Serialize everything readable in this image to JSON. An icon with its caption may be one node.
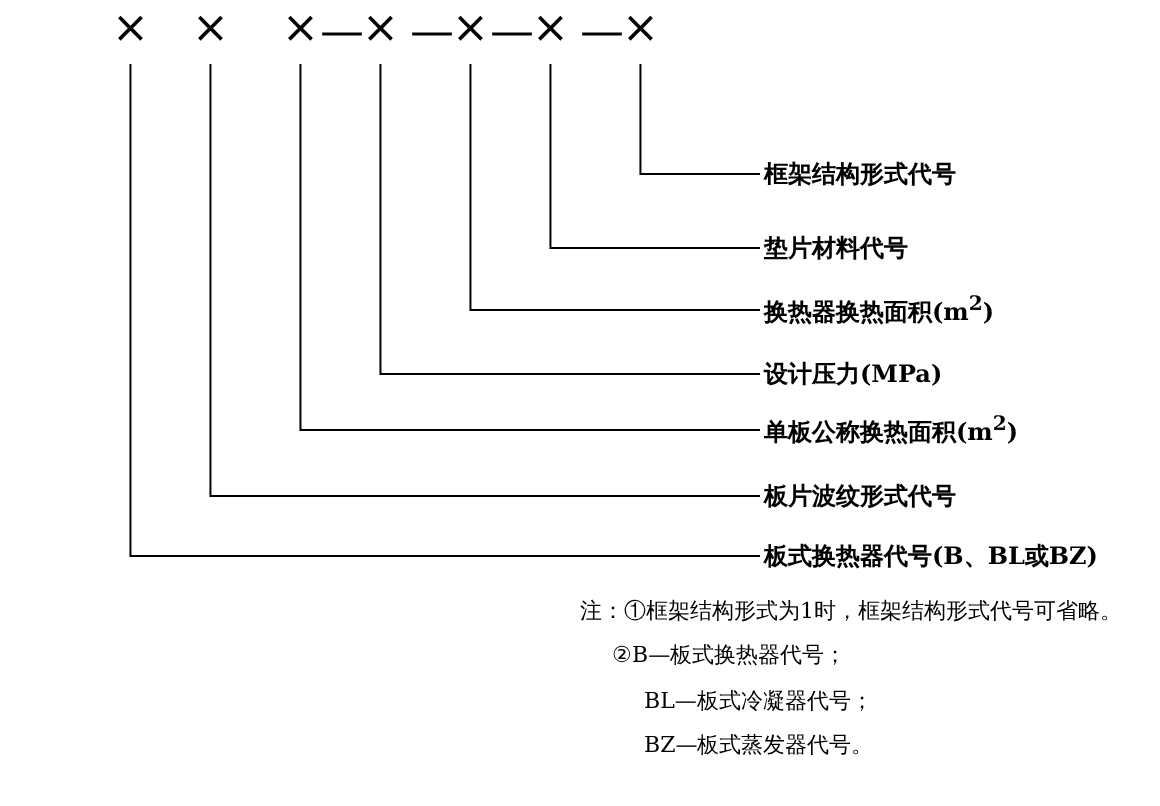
{
  "diagram": {
    "nodes": [
      {
        "text": [
          "×"
        ]
      },
      {
        "text": [
          "×"
        ]
      },
      {
        "text": [
          "×"
        ]
      },
      {
        "text": [
          "×"
        ]
      },
      {
        "text": [
          "×"
        ]
      },
      {
        "text": [
          "×"
        ]
      },
      {
        "text": [
          "×"
        ]
      },
      {
        "text": [
          "框架结构形式代号"
        ]
      },
      {
        "text": [
          "垫片材料代号"
        ]
      },
      {
        "text": [
          "换热器换热面积(m$^{2}$)"
        ]
      },
      {
        "text": [
          "设计压力(MPa)"
        ]
      },
      {
        "text": [
          "单板公称换热面积(m$^{2}$)"
        ]
      },
      {
        "text": [
          "板片波纹形式代号"
        ]
      },
      {
        "text": [
          "板式换热器代号(B、BL或BZ)"
        ]
      }
    ],
    "edges": [
      {
        "from": 6,
        "to": 7,
        "arrow": "none"
      },
      {
        "from": 5,
        "to": 8,
        "arrow": "none"
      },
      {
        "from": 4,
        "to": 9,
        "arrow": "none"
      },
      {
        "from": 3,
        "to": 10,
        "arrow": "none"
      },
      {
        "from": 2,
        "to": 11,
        "arrow": "none"
      },
      {
        "from": 1,
        "to": 12,
        "arrow": "none"
      },
      {
        "from": 0,
        "to": 13,
        "arrow": "none"
      }
    ],
    "labels": [
      "—",
      "—",
      "—",
      "—",
      "注：①框架结构形式为1时，框架结构形式代号可省略。",
      "②B—板式换热器代号；",
      "BL—板式冷凝器代号；",
      "BZ—板式蒸发器代号。"
    ]
  }
}
